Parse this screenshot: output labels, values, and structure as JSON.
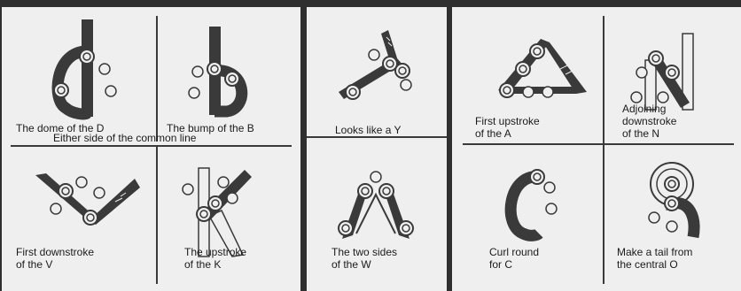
{
  "colors": {
    "ink": "#3a3a3a",
    "paper": "#efefef",
    "frame": "#2f2f2f"
  },
  "panels": {
    "left": {
      "cells": {
        "d": {
          "caption": [
            "The dome of the D"
          ]
        },
        "b": {
          "caption": [
            "The bump of the B"
          ]
        },
        "shared": "Either side of the common line",
        "v": {
          "caption": [
            "First downstroke",
            "of the V"
          ]
        },
        "k": {
          "caption": [
            "The upstroke",
            "of the K"
          ]
        }
      }
    },
    "middle": {
      "cells": {
        "y": {
          "caption": [
            "Looks like a Y"
          ]
        },
        "w": {
          "caption": [
            "The two sides",
            "of the W"
          ]
        }
      }
    },
    "right": {
      "cells": {
        "a": {
          "caption": [
            "First upstroke",
            "of the A"
          ]
        },
        "n": {
          "caption": [
            "Adjoining",
            "downstroke",
            "of the N"
          ]
        },
        "c": {
          "caption": [
            "Curl round",
            "for C"
          ]
        },
        "o": {
          "caption": [
            "Make a tail from",
            "the central O"
          ]
        }
      }
    }
  }
}
